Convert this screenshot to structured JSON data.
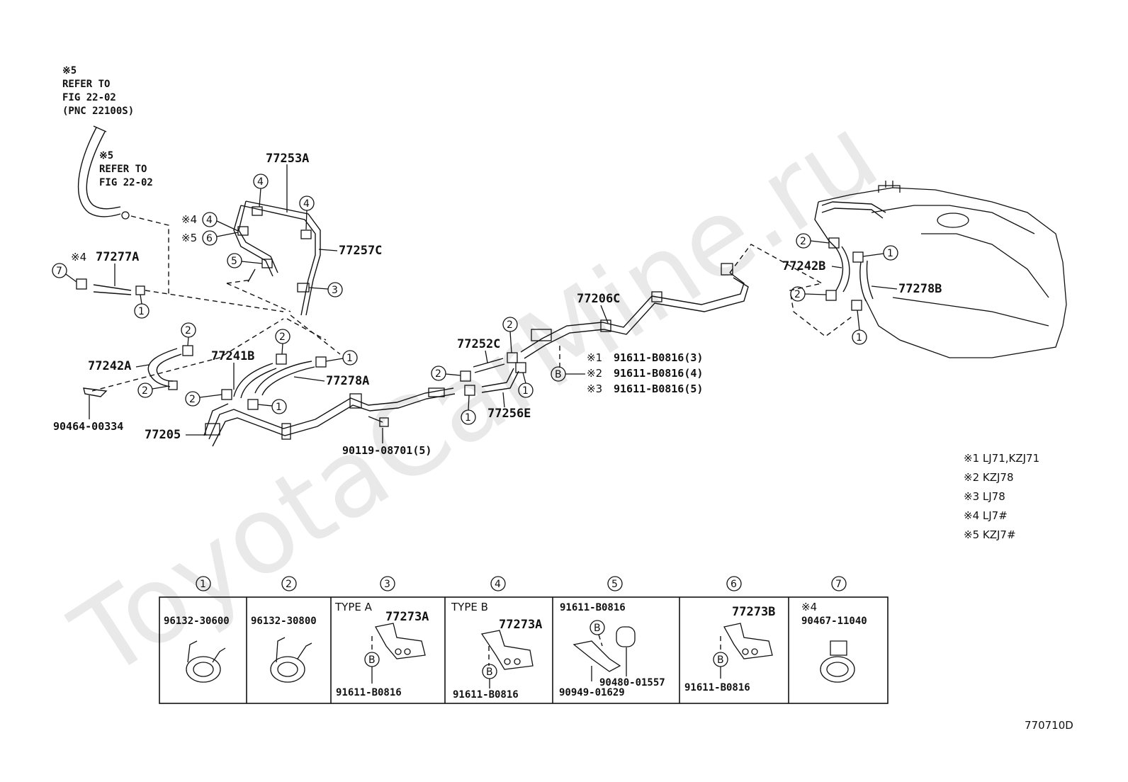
{
  "watermark": "ToyotaCarMine.ru",
  "notes": {
    "top_ref": [
      "※5",
      "REFER TO",
      "FIG 22-02",
      "(PNC 22100S)"
    ],
    "mid_ref": [
      "※5",
      "REFER TO",
      "FIG 22-02"
    ]
  },
  "parts": {
    "p77253A": "77253A",
    "p77257C": "77257C",
    "p77277A": "77277A",
    "p77277A_prefix": "※4",
    "p77242A": "77242A",
    "p77241B": "77241B",
    "p77278A": "77278A",
    "p77205": "77205",
    "p90464": "90464-00334",
    "p90119": "90119-08701(5)",
    "p77252C": "77252C",
    "p77256E": "77256E",
    "p77206C": "77206C",
    "p77242B": "77242B",
    "p77278B": "77278B",
    "prefix4": "※4",
    "prefix5": "※5"
  },
  "bolt_callouts": [
    {
      "prefix": "※1",
      "pn": "91611-B0816(3)"
    },
    {
      "prefix": "※2",
      "pn": "91611-B0816(4)"
    },
    {
      "prefix": "※3",
      "pn": "91611-B0816(5)"
    }
  ],
  "legend": [
    "※1 LJ71,KZJ71",
    "※2 KZJ78",
    "※3 LJ78",
    "※4 LJ7#",
    "※5 KZJ7#"
  ],
  "circle_labels": {
    "one": "1",
    "two": "2",
    "three": "3",
    "four": "4",
    "five": "5",
    "six": "6",
    "seven": "7",
    "B": "B"
  },
  "table": [
    {
      "num": "1",
      "label": "",
      "pn": "96132-30600",
      "pn2": "",
      "pn3": ""
    },
    {
      "num": "2",
      "label": "",
      "pn": "96132-30800",
      "pn2": "",
      "pn3": ""
    },
    {
      "num": "3",
      "label": "TYPE A",
      "pn": "77273A",
      "pn2": "91611-B0816",
      "pn3": ""
    },
    {
      "num": "4",
      "label": "TYPE B",
      "pn": "77273A",
      "pn2": "91611-B0816",
      "pn3": ""
    },
    {
      "num": "5",
      "label": "",
      "pn": "91611-B0816",
      "pn2": "90480-01557",
      "pn3": "90949-01629"
    },
    {
      "num": "6",
      "label": "",
      "pn": "77273B",
      "pn2": "91611-B0816",
      "pn3": ""
    },
    {
      "num": "7",
      "label": "※4",
      "pn": "90467-11040",
      "pn2": "",
      "pn3": ""
    }
  ],
  "figure_code": "770710D"
}
